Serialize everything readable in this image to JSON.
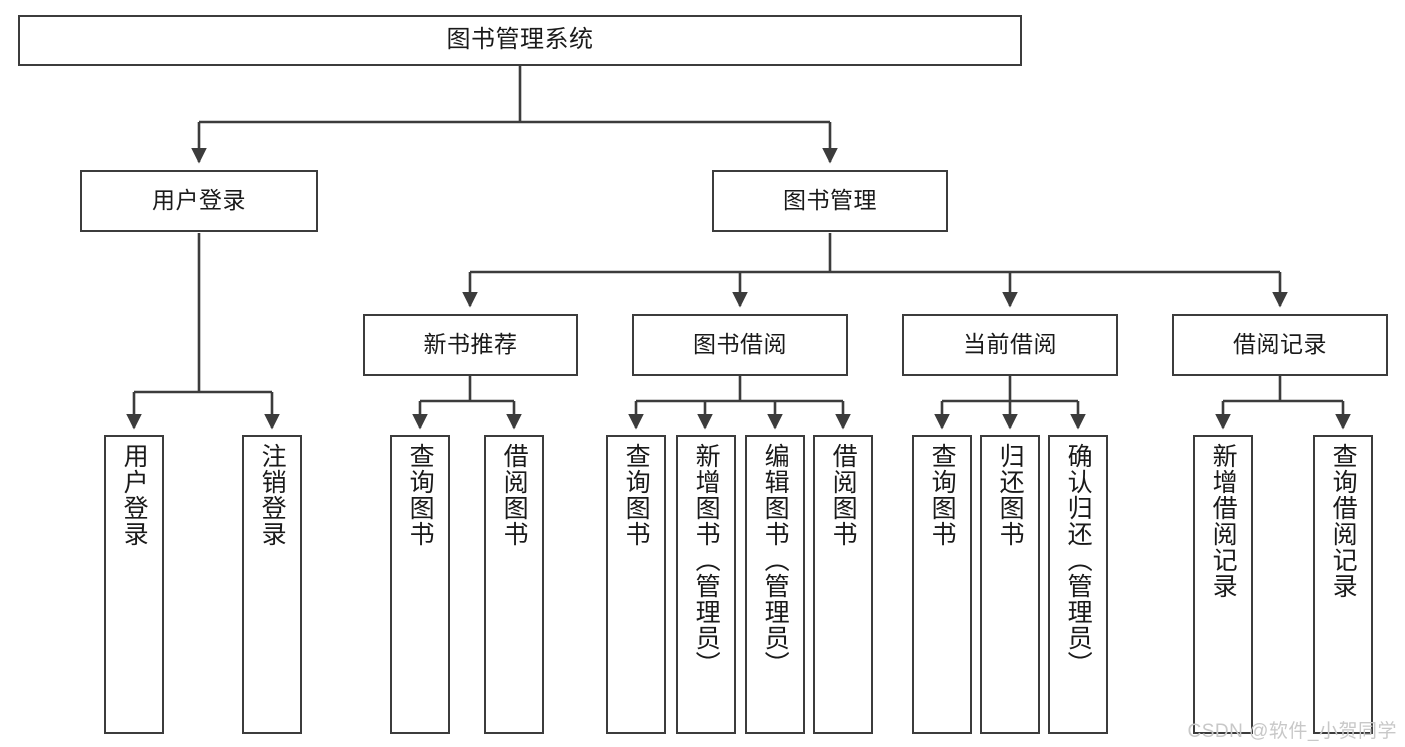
{
  "diagram": {
    "title": "图书管理系统",
    "type": "功能结构图",
    "colors": {
      "stroke": "#3c3c3c",
      "fill": "#ffffff",
      "text": "#1a1a1a",
      "watermark": "#c8c8c8"
    },
    "watermark": "CSDN @软件_小贺同学",
    "nodes": {
      "root": {
        "label": "图书管理系统"
      },
      "level2": [
        {
          "label": "用户登录"
        },
        {
          "label": "图书管理"
        }
      ],
      "level3": [
        {
          "label": "新书推荐"
        },
        {
          "label": "图书借阅"
        },
        {
          "label": "当前借阅"
        },
        {
          "label": "借阅记录"
        }
      ],
      "leaves_user_login": [
        {
          "label": "用户登录"
        },
        {
          "label": "注销登录"
        }
      ],
      "leaves_new_book": [
        {
          "label": "查询图书"
        },
        {
          "label": "借阅图书"
        }
      ],
      "leaves_book_borrow": [
        {
          "label": "查询图书"
        },
        {
          "label": "新增图书（管理员）"
        },
        {
          "label": "编辑图书（管理员）"
        },
        {
          "label": "借阅图书"
        }
      ],
      "leaves_current_borrow": [
        {
          "label": "查询图书"
        },
        {
          "label": "归还图书"
        },
        {
          "label": "确认归还（管理员）"
        }
      ],
      "leaves_borrow_record": [
        {
          "label": "新增借阅记录"
        },
        {
          "label": "查询借阅记录"
        }
      ]
    }
  }
}
